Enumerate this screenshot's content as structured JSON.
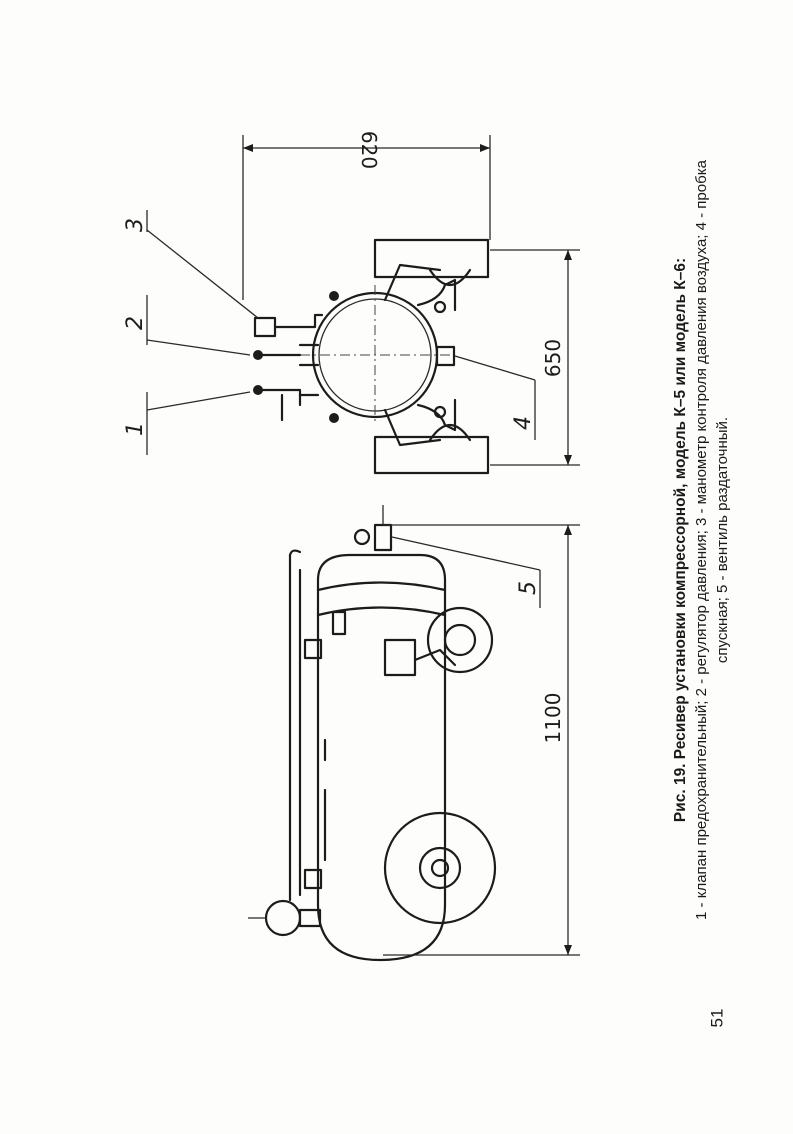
{
  "figure": {
    "title": "Рис. 19. Ресивер установки компрессорной, модель К–5 или модель К–6:",
    "legend": "1 - клапан предохранительный; 2 - регулятор давления; 3 - манометр контроля давления воздуха; 4 - пробка спускная; 5 - вентиль раздаточный.",
    "dimensions": {
      "side_length": "1100",
      "front_width": "650",
      "front_height": "620"
    },
    "callouts": [
      "1",
      "2",
      "3",
      "4",
      "5"
    ]
  },
  "page_number": "51"
}
